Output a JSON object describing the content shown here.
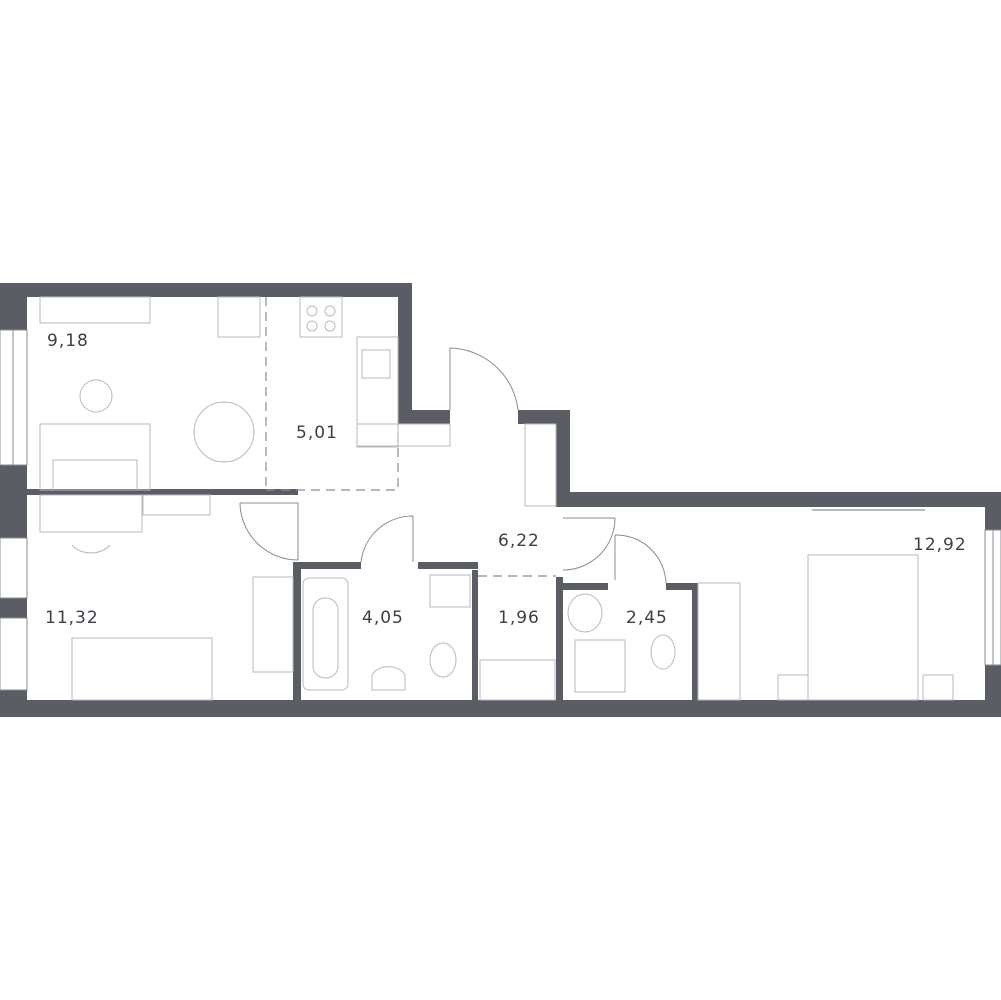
{
  "colors": {
    "wall": "#5b5d64",
    "furniture": "#b8babe",
    "label": "#3b3e45"
  },
  "rooms": [
    {
      "id": "living",
      "area": "9,18"
    },
    {
      "id": "kitchen",
      "area": "5,01"
    },
    {
      "id": "hall",
      "area": "6,22"
    },
    {
      "id": "bedroom-left",
      "area": "11,32"
    },
    {
      "id": "bathroom",
      "area": "4,05"
    },
    {
      "id": "storage",
      "area": "1,96"
    },
    {
      "id": "shower-room",
      "area": "2,45"
    },
    {
      "id": "bedroom-right",
      "area": "12,92"
    }
  ]
}
